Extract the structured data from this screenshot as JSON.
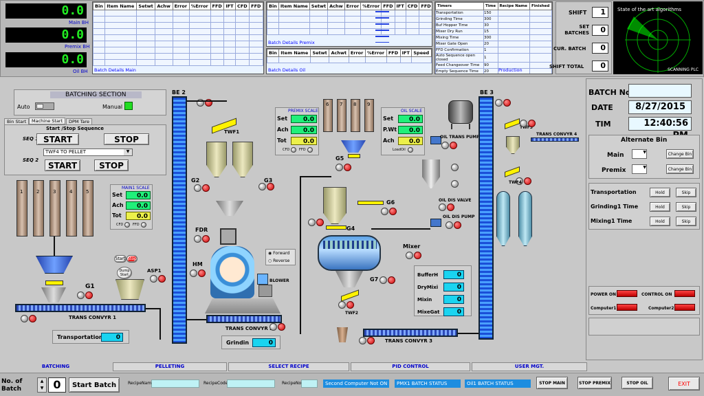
{
  "header": {
    "meters": [
      {
        "value": "0.0",
        "label": "Main BH"
      },
      {
        "value": "0.0",
        "label": "Premix BH"
      },
      {
        "value": "0.0",
        "label": "Oil BH"
      }
    ],
    "main_table": {
      "columns": [
        "Bin",
        "Item Name",
        "Setwt",
        "Achw",
        "Error",
        "%Error",
        "FFD",
        "IFT",
        "CFD",
        "FFD"
      ],
      "caption": "Batch Details Main"
    },
    "premix_table": {
      "columns": [
        "Bin",
        "Item Name",
        "Setwt",
        "Achw",
        "Error",
        "%Error",
        "FFD",
        "IFT",
        "CFD",
        "FFD"
      ],
      "caption": "Batch Details Premix"
    },
    "oil_table": {
      "columns": [
        "Bin",
        "Item Name",
        "Setwt",
        "Achwt",
        "Error",
        "%Error",
        "FFD",
        "IFT",
        "Speed"
      ],
      "caption": "Batch Details Oil"
    },
    "timers": {
      "columns": [
        "Timers",
        "Time",
        "Recipe Name",
        "Finished"
      ],
      "rows": [
        {
          "name": "Transportation",
          "time": "150"
        },
        {
          "name": "Grinding Time",
          "time": "300"
        },
        {
          "name": "Buf Hopper Time",
          "time": "30"
        },
        {
          "name": "Mixer Dry Run",
          "time": "15"
        },
        {
          "name": "Mixing Time",
          "time": "300"
        },
        {
          "name": "Mixer Gate Open",
          "time": "20"
        },
        {
          "name": "FFD Confirmation",
          "time": "1"
        },
        {
          "name": "Auto Sequence open closed",
          "time": "1"
        },
        {
          "name": "Feed Changeover Time",
          "time": "90"
        },
        {
          "name": "Empty Sequence Time",
          "time": "20"
        }
      ],
      "production_label": "Production"
    },
    "shift": [
      {
        "label": "SHIFT",
        "value": "1"
      },
      {
        "label": "SET BATCHES",
        "value": "0"
      },
      {
        "label": "CUR. BATCH",
        "value": "0"
      },
      {
        "label": "SHIFT TOTAL",
        "value": "0"
      }
    ],
    "radar": {
      "title": "State of the art algorithms",
      "footer": "SCANNING PLC"
    }
  },
  "batching": {
    "title": "BATCHING SECTION",
    "auto": "Auto",
    "manual": "Manual",
    "tabs": [
      "Bin Start",
      "Machine Start",
      "DPM Tare"
    ],
    "seq_title": "Start /Stop Sequence",
    "seq1": "SEQ 1",
    "seq2": "SEQ 2",
    "start": "START",
    "stop": "STOP",
    "dropdown": "TWF4 TO PELLET"
  },
  "main_bins": [
    "1",
    "2",
    "3",
    "4",
    "5"
  ],
  "premix_bins": [
    "6",
    "7",
    "8",
    "9"
  ],
  "main_scale": {
    "title": "MAIN1 SCALE",
    "set_label": "Set",
    "ach_label": "Ach",
    "tot_label": "Tot",
    "set": "0.0",
    "ach": "0.0",
    "tot": "0.0",
    "cfd": "CFD",
    "ffd": "FFD"
  },
  "premix_scale": {
    "title": "PREMIX SCALE",
    "set_label": "Set",
    "ach_label": "Ach",
    "tot_label": "Tot",
    "set": "0.0",
    "ach": "0.0",
    "tot": "0.0",
    "cfd": "CFD",
    "ffd": "FFD"
  },
  "oil_scale": {
    "title": "OIL SCALE",
    "set_label": "Set",
    "pwt_label": "P.Wt",
    "ach_label": "Ach",
    "set": "0.0",
    "pwt": "0.0",
    "ach": "0.0",
    "load": "LoadOil"
  },
  "mimic": {
    "be2": "BE 2",
    "be3": "BE 3",
    "twf1": "TWF1",
    "twf2": "TWF2",
    "twf3": "TWF3",
    "twf4": "TWF4",
    "g1": "G1",
    "g2": "G2",
    "g3": "G3",
    "g4": "G4",
    "g5": "G5",
    "g6": "G6",
    "g7": "G7",
    "fdr": "FDR",
    "hm": "HM",
    "blower": "BLOWER",
    "mixer": "Mixer",
    "asp1": "ASP1",
    "start": "Start",
    "stop": "Stop",
    "dump_start": "Dump Start",
    "forward": "Forward",
    "reverse": "Reverse",
    "conv1": "TRANS CONVYR 1",
    "conv2": "TRANS CONVYR 2",
    "conv3": "TRANS CONVYR 3",
    "conv4": "TRANS CONVYR 4",
    "oil_pump": "OIL TRANS PUMP",
    "oil_valve": "OIL DIS VALVE",
    "oil_dis_pump": "OIL DIS PUMP",
    "transportation": "Transportation",
    "transportation_val": "0",
    "grindin": "Grindin",
    "grindin_val": "0"
  },
  "buffer": [
    {
      "label": "BufferH",
      "value": "0"
    },
    {
      "label": "DryMixi",
      "value": "0"
    },
    {
      "label": "Mixin",
      "value": "0"
    },
    {
      "label": "MixeGat",
      "value": "0"
    }
  ],
  "right": {
    "batch_no_label": "BATCH No",
    "batch_no": "",
    "date_label": "DATE",
    "date": "8/27/2015",
    "tim_label": "TIM",
    "time": "12:40:56 PM",
    "alt_title": "Alternate Bin",
    "main": "Main",
    "premix": "Premix",
    "change_bin": "Change Bin",
    "holds": [
      {
        "label": "Transportation"
      },
      {
        "label": "Grinding1  Time"
      },
      {
        "label": "Mixing1  Time"
      }
    ],
    "hold": "Hold",
    "skip": "Skip",
    "power_on": "POWER ON",
    "control_on": "CONTROL ON",
    "computer1": "Computer1",
    "computer2": "Computer2"
  },
  "nav": [
    "BATCHING",
    "PELLETING",
    "SELECT RECIPE",
    "PID CONTROL",
    "USER MGT."
  ],
  "footer": {
    "no_of_batch": "No. of Batch",
    "batch_count": "0",
    "start_batch": "Start Batch",
    "recipe_name": "RecipeName",
    "recipe_code": "RecipeCode",
    "recipe_no": "RecipeNo",
    "status1": "Second Computer Not ON",
    "status2": "PMX1 BATCH STATUS",
    "status3": "Oil1 BATCH STATUS",
    "stop_main": "STOP MAIN",
    "stop_premix": "STOP PREMIX",
    "stop_oil": "STOP OIL",
    "exit": "EXIT"
  },
  "colors": {
    "readout_bg": "#000000",
    "readout_fg": "#22ee22",
    "value_cyan": "#1ad4f0",
    "value_yellow": "#ecf04a",
    "value_green": "#20f07a",
    "status_blue": "#1d8de0",
    "exit_red": "#ff0000"
  }
}
